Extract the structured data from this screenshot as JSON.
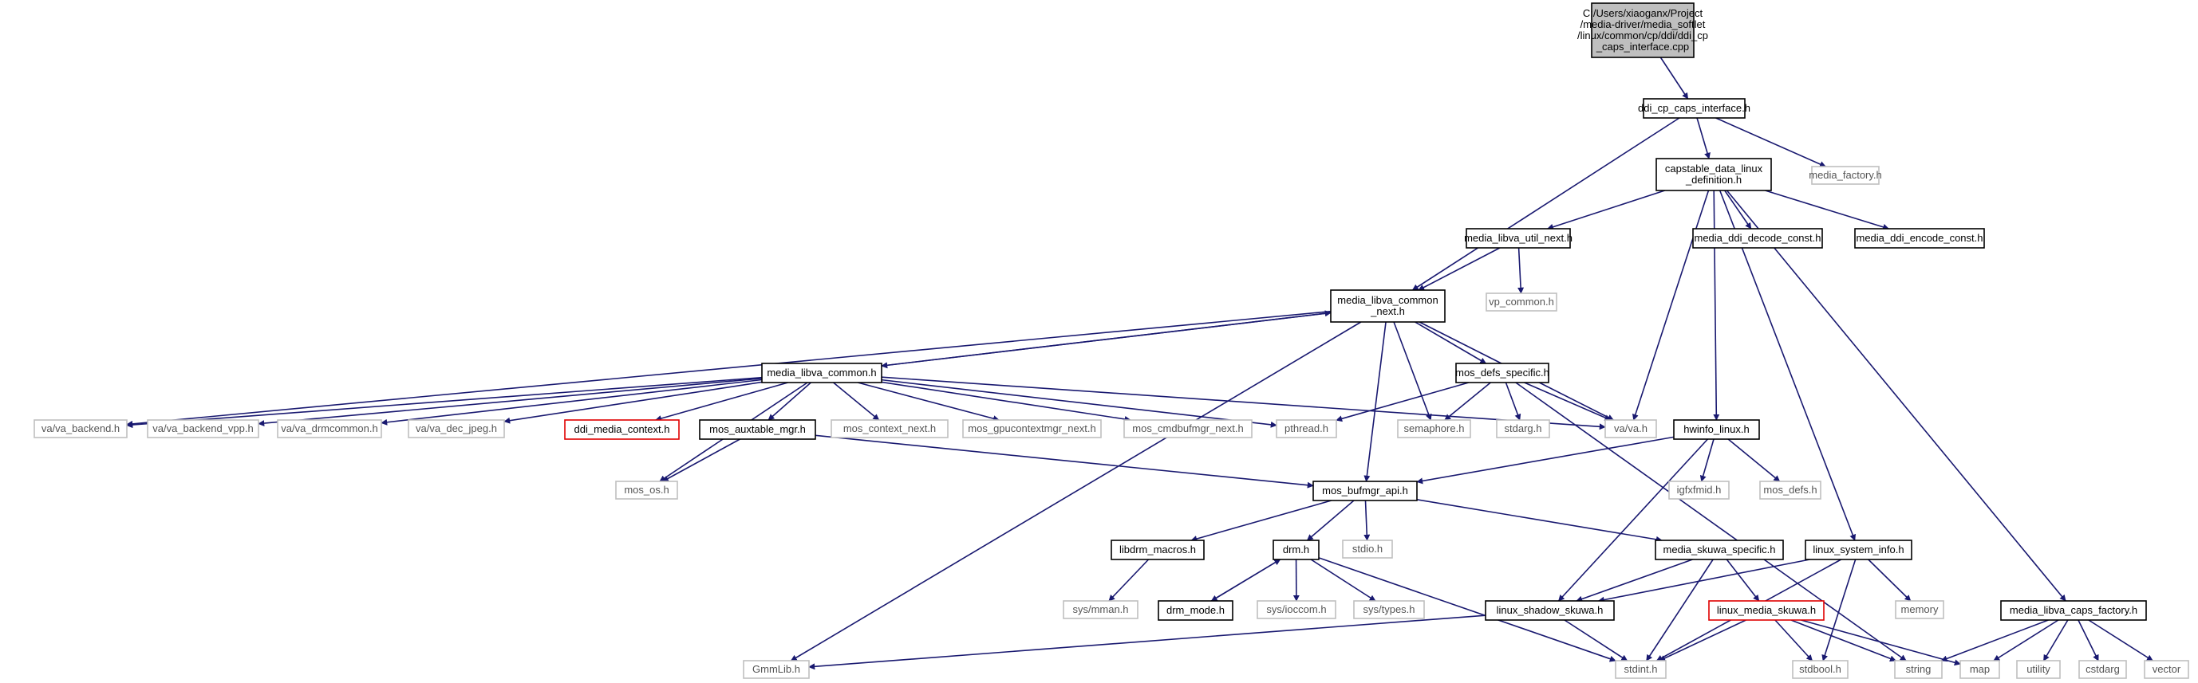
{
  "graph": {
    "title": "C:/Users/xiaoganx/Project/media-driver/media_softlet/linux/common/cp/ddi/ddi_cp_caps_interface.cpp",
    "nodes": [
      {
        "id": "root",
        "kind": "root",
        "lines": [
          "C:/Users/xiaoganx/Project",
          "/media-driver/media_softlet",
          "/linux/common/cp/ddi/ddi_cp",
          "_caps_interface.cpp"
        ]
      },
      {
        "id": "ddi_cp_caps",
        "kind": "doc",
        "lines": [
          "ddi_cp_caps_interface.h"
        ]
      },
      {
        "id": "media_factory",
        "kind": "sys",
        "lines": [
          "media_factory.h"
        ]
      },
      {
        "id": "capstable",
        "kind": "doc",
        "lines": [
          "capstable_data_linux",
          "_definition.h"
        ]
      },
      {
        "id": "util_next",
        "kind": "doc",
        "lines": [
          "media_libva_util_next.h"
        ]
      },
      {
        "id": "decode_const",
        "kind": "doc",
        "lines": [
          "media_ddi_decode_const.h"
        ]
      },
      {
        "id": "encode_const",
        "kind": "doc",
        "lines": [
          "media_ddi_encode_const.h"
        ]
      },
      {
        "id": "vp_common",
        "kind": "sys",
        "lines": [
          "vp_common.h"
        ]
      },
      {
        "id": "libva_common_next",
        "kind": "doc",
        "lines": [
          "media_libva_common",
          "_next.h"
        ]
      },
      {
        "id": "libva_common",
        "kind": "doc",
        "lines": [
          "media_libva_common.h"
        ]
      },
      {
        "id": "mos_defs_specific",
        "kind": "doc",
        "lines": [
          "mos_defs_specific.h"
        ]
      },
      {
        "id": "va_backend",
        "kind": "sys",
        "lines": [
          "va/va_backend.h"
        ]
      },
      {
        "id": "va_backend_vpp",
        "kind": "sys",
        "lines": [
          "va/va_backend_vpp.h"
        ]
      },
      {
        "id": "va_drmcommon",
        "kind": "sys",
        "lines": [
          "va/va_drmcommon.h"
        ]
      },
      {
        "id": "va_dec_jpeg",
        "kind": "sys",
        "lines": [
          "va/va_dec_jpeg.h"
        ]
      },
      {
        "id": "ddi_media_context",
        "kind": "inc",
        "lines": [
          "ddi_media_context.h"
        ]
      },
      {
        "id": "mos_auxtable",
        "kind": "doc",
        "lines": [
          "mos_auxtable_mgr.h"
        ]
      },
      {
        "id": "mos_context_next",
        "kind": "sys",
        "lines": [
          "mos_context_next.h"
        ]
      },
      {
        "id": "mos_gpuctx",
        "kind": "sys",
        "lines": [
          "mos_gpucontextmgr_next.h"
        ]
      },
      {
        "id": "mos_cmdbuf",
        "kind": "sys",
        "lines": [
          "mos_cmdbufmgr_next.h"
        ]
      },
      {
        "id": "pthread",
        "kind": "sys",
        "lines": [
          "pthread.h"
        ]
      },
      {
        "id": "semaphore",
        "kind": "sys",
        "lines": [
          "semaphore.h"
        ]
      },
      {
        "id": "stdarg",
        "kind": "sys",
        "lines": [
          "stdarg.h"
        ]
      },
      {
        "id": "va_va",
        "kind": "sys",
        "lines": [
          "va/va.h"
        ]
      },
      {
        "id": "hwinfo",
        "kind": "doc",
        "lines": [
          "hwinfo_linux.h"
        ]
      },
      {
        "id": "igfxfmid",
        "kind": "sys",
        "lines": [
          "igfxfmid.h"
        ]
      },
      {
        "id": "mos_defs",
        "kind": "sys",
        "lines": [
          "mos_defs.h"
        ]
      },
      {
        "id": "mos_os",
        "kind": "sys",
        "lines": [
          "mos_os.h"
        ]
      },
      {
        "id": "bufmgr_api",
        "kind": "doc",
        "lines": [
          "mos_bufmgr_api.h"
        ]
      },
      {
        "id": "libdrm_macros",
        "kind": "doc",
        "lines": [
          "libdrm_macros.h"
        ]
      },
      {
        "id": "drm",
        "kind": "doc",
        "lines": [
          "drm.h"
        ]
      },
      {
        "id": "stdio",
        "kind": "sys",
        "lines": [
          "stdio.h"
        ]
      },
      {
        "id": "skuwa_specific",
        "kind": "doc",
        "lines": [
          "media_skuwa_specific.h"
        ]
      },
      {
        "id": "linux_system_info",
        "kind": "doc",
        "lines": [
          "linux_system_info.h"
        ]
      },
      {
        "id": "caps_factory",
        "kind": "doc",
        "lines": [
          "media_libva_caps_factory.h"
        ]
      },
      {
        "id": "sys_mman",
        "kind": "sys",
        "lines": [
          "sys/mman.h"
        ]
      },
      {
        "id": "drm_mode",
        "kind": "doc",
        "lines": [
          "drm_mode.h"
        ]
      },
      {
        "id": "sys_ioccom",
        "kind": "sys",
        "lines": [
          "sys/ioccom.h"
        ]
      },
      {
        "id": "sys_types",
        "kind": "sys",
        "lines": [
          "sys/types.h"
        ]
      },
      {
        "id": "shadow_skuwa",
        "kind": "doc",
        "lines": [
          "linux_shadow_skuwa.h"
        ]
      },
      {
        "id": "linux_media_skuwa",
        "kind": "inc",
        "lines": [
          "linux_media_skuwa.h"
        ]
      },
      {
        "id": "memory",
        "kind": "sys",
        "lines": [
          "memory"
        ]
      },
      {
        "id": "gmmlib",
        "kind": "sys",
        "lines": [
          "GmmLib.h"
        ]
      },
      {
        "id": "stdint",
        "kind": "sys",
        "lines": [
          "stdint.h"
        ]
      },
      {
        "id": "stdbool",
        "kind": "sys",
        "lines": [
          "stdbool.h"
        ]
      },
      {
        "id": "string",
        "kind": "sys",
        "lines": [
          "string"
        ]
      },
      {
        "id": "map",
        "kind": "sys",
        "lines": [
          "map"
        ]
      },
      {
        "id": "utility",
        "kind": "sys",
        "lines": [
          "utility"
        ]
      },
      {
        "id": "cstdarg",
        "kind": "sys",
        "lines": [
          "cstdarg"
        ]
      },
      {
        "id": "vector",
        "kind": "sys",
        "lines": [
          "vector"
        ]
      }
    ],
    "edges": [
      [
        "root",
        "ddi_cp_caps"
      ],
      [
        "ddi_cp_caps",
        "libva_common_next"
      ],
      [
        "ddi_cp_caps",
        "capstable"
      ],
      [
        "ddi_cp_caps",
        "media_factory"
      ],
      [
        "capstable",
        "util_next"
      ],
      [
        "capstable",
        "decode_const"
      ],
      [
        "capstable",
        "encode_const"
      ],
      [
        "capstable",
        "va_va"
      ],
      [
        "capstable",
        "hwinfo"
      ],
      [
        "capstable",
        "linux_system_info"
      ],
      [
        "capstable",
        "caps_factory"
      ],
      [
        "util_next",
        "libva_common_next"
      ],
      [
        "util_next",
        "vp_common"
      ],
      [
        "libva_common_next",
        "libva_common"
      ],
      [
        "libva_common_next",
        "mos_defs_specific"
      ],
      [
        "libva_common_next",
        "semaphore"
      ],
      [
        "libva_common_next",
        "va_va"
      ],
      [
        "libva_common_next",
        "bufmgr_api"
      ],
      [
        "libva_common_next",
        "va_backend"
      ],
      [
        "libva_common_next",
        "gmmlib"
      ],
      [
        "libva_common",
        "libva_common_next"
      ],
      [
        "libva_common",
        "va_backend"
      ],
      [
        "libva_common",
        "va_backend_vpp"
      ],
      [
        "libva_common",
        "va_drmcommon"
      ],
      [
        "libva_common",
        "va_dec_jpeg"
      ],
      [
        "libva_common",
        "ddi_media_context"
      ],
      [
        "libva_common",
        "mos_auxtable"
      ],
      [
        "libva_common",
        "mos_context_next"
      ],
      [
        "libva_common",
        "mos_gpuctx"
      ],
      [
        "libva_common",
        "mos_cmdbuf"
      ],
      [
        "libva_common",
        "pthread"
      ],
      [
        "libva_common",
        "va_va"
      ],
      [
        "libva_common",
        "mos_os"
      ],
      [
        "mos_defs_specific",
        "pthread"
      ],
      [
        "mos_defs_specific",
        "semaphore"
      ],
      [
        "mos_defs_specific",
        "stdarg"
      ],
      [
        "mos_defs_specific",
        "va_va"
      ],
      [
        "mos_defs_specific",
        "string"
      ],
      [
        "mos_auxtable",
        "mos_os"
      ],
      [
        "mos_auxtable",
        "bufmgr_api"
      ],
      [
        "hwinfo",
        "igfxfmid"
      ],
      [
        "hwinfo",
        "mos_defs"
      ],
      [
        "hwinfo",
        "bufmgr_api"
      ],
      [
        "hwinfo",
        "shadow_skuwa"
      ],
      [
        "bufmgr_api",
        "libdrm_macros"
      ],
      [
        "bufmgr_api",
        "drm"
      ],
      [
        "bufmgr_api",
        "stdio"
      ],
      [
        "bufmgr_api",
        "skuwa_specific"
      ],
      [
        "libdrm_macros",
        "sys_mman"
      ],
      [
        "drm",
        "drm_mode"
      ],
      [
        "drm_mode",
        "drm"
      ],
      [
        "drm",
        "sys_ioccom"
      ],
      [
        "drm",
        "sys_types"
      ],
      [
        "drm",
        "stdint"
      ],
      [
        "skuwa_specific",
        "shadow_skuwa"
      ],
      [
        "skuwa_specific",
        "linux_media_skuwa"
      ],
      [
        "skuwa_specific",
        "stdint"
      ],
      [
        "linux_system_info",
        "shadow_skuwa"
      ],
      [
        "linux_system_info",
        "memory"
      ],
      [
        "linux_system_info",
        "stdint"
      ],
      [
        "linux_system_info",
        "stdbool"
      ],
      [
        "shadow_skuwa",
        "gmmlib"
      ],
      [
        "shadow_skuwa",
        "stdint"
      ],
      [
        "linux_media_skuwa",
        "stdint"
      ],
      [
        "linux_media_skuwa",
        "stdbool"
      ],
      [
        "linux_media_skuwa",
        "string"
      ],
      [
        "linux_media_skuwa",
        "map"
      ],
      [
        "caps_factory",
        "string"
      ],
      [
        "caps_factory",
        "map"
      ],
      [
        "caps_factory",
        "utility"
      ],
      [
        "caps_factory",
        "cstdarg"
      ],
      [
        "caps_factory",
        "vector"
      ]
    ]
  },
  "colors": {
    "edge": "#191970",
    "node_border": "#000000",
    "node_fill": "#ffffff",
    "root_fill": "#bfbfbf",
    "system_border": "#bfbfbf",
    "incomplete_border": "#e00000"
  }
}
